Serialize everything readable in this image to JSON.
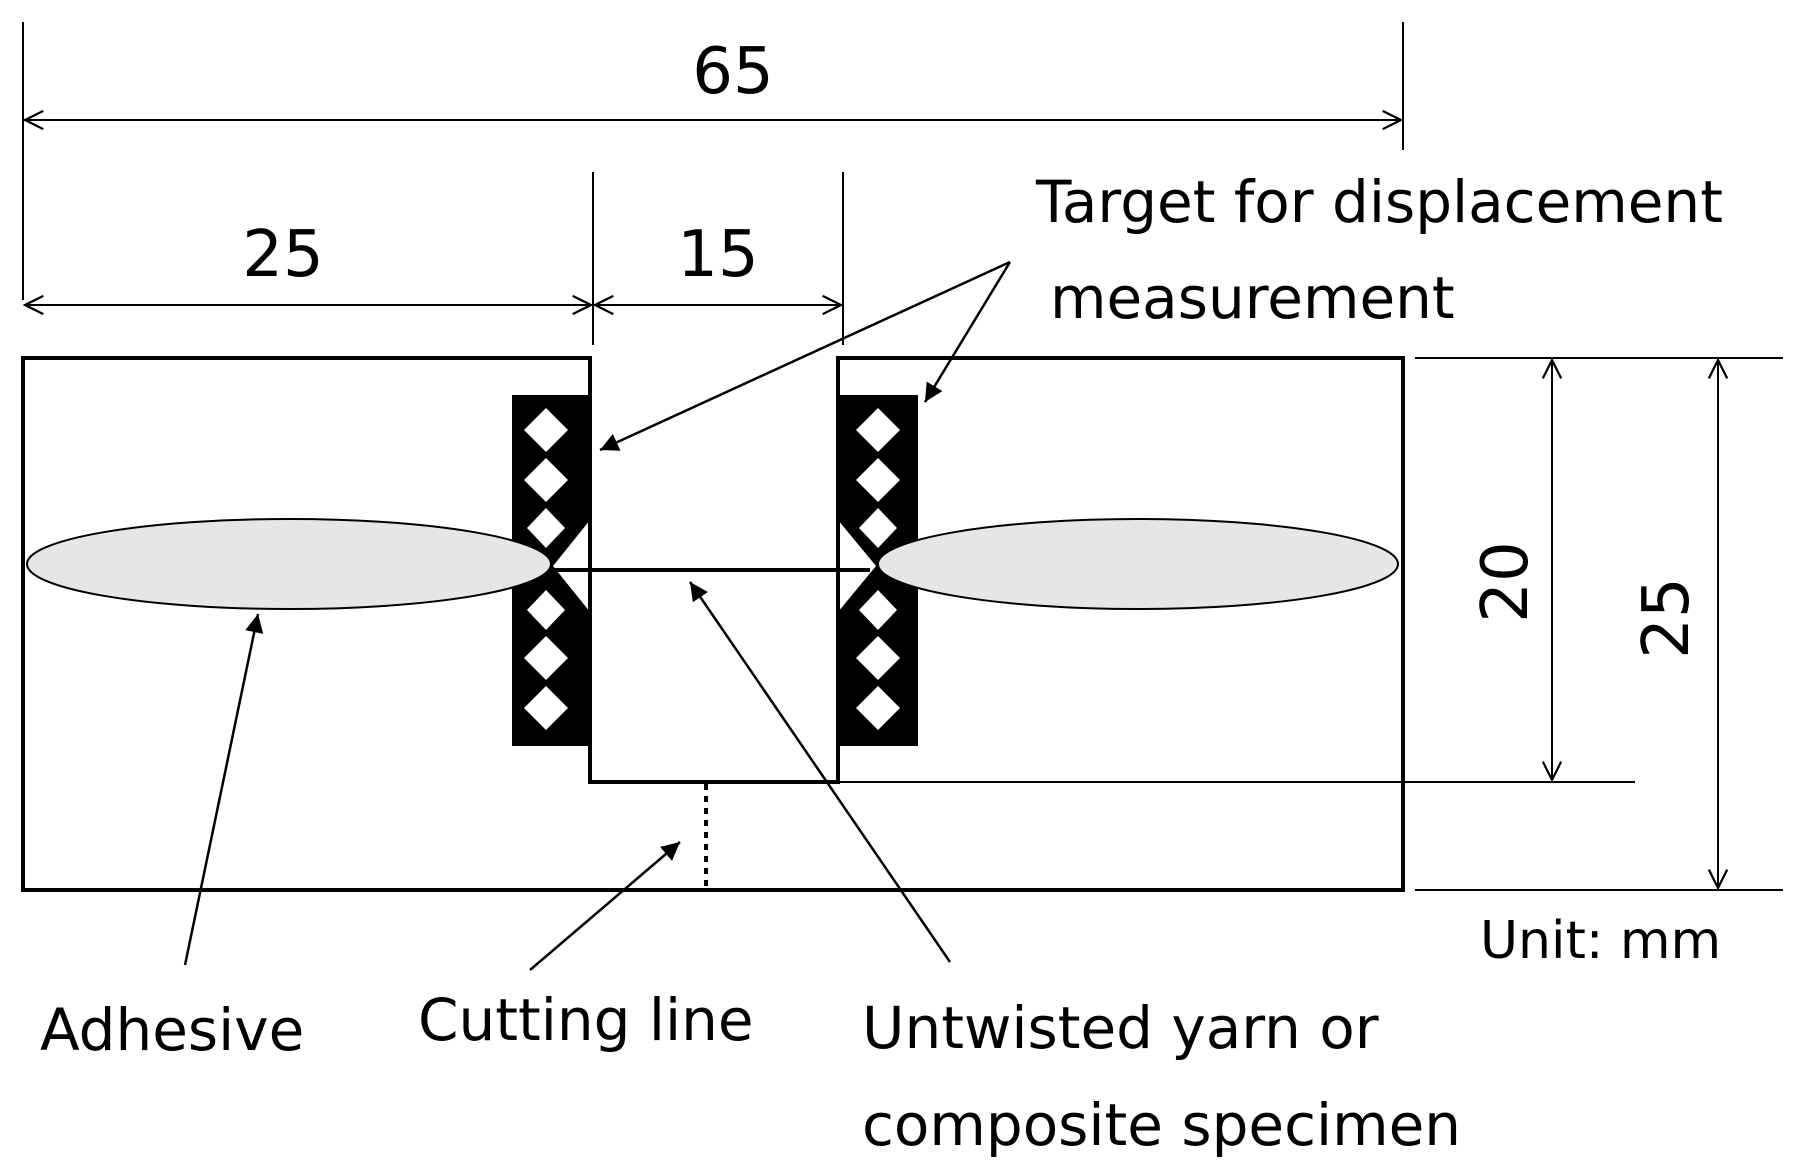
{
  "dimensions": {
    "total_length": "65",
    "tab_length": "25",
    "gauge_length": "15",
    "window_height": "20",
    "total_width": "25"
  },
  "labels": {
    "target_line1": "Target for displacement",
    "target_line2": "measurement",
    "adhesive": "Adhesive",
    "cutting_line": "Cutting line",
    "specimen_line1": "Untwisted yarn or",
    "specimen_line2": "composite specimen",
    "unit": "Unit: mm"
  },
  "colors": {
    "line": "#000000",
    "adhesive_fill": "#e6e6e6",
    "background": "#ffffff"
  }
}
